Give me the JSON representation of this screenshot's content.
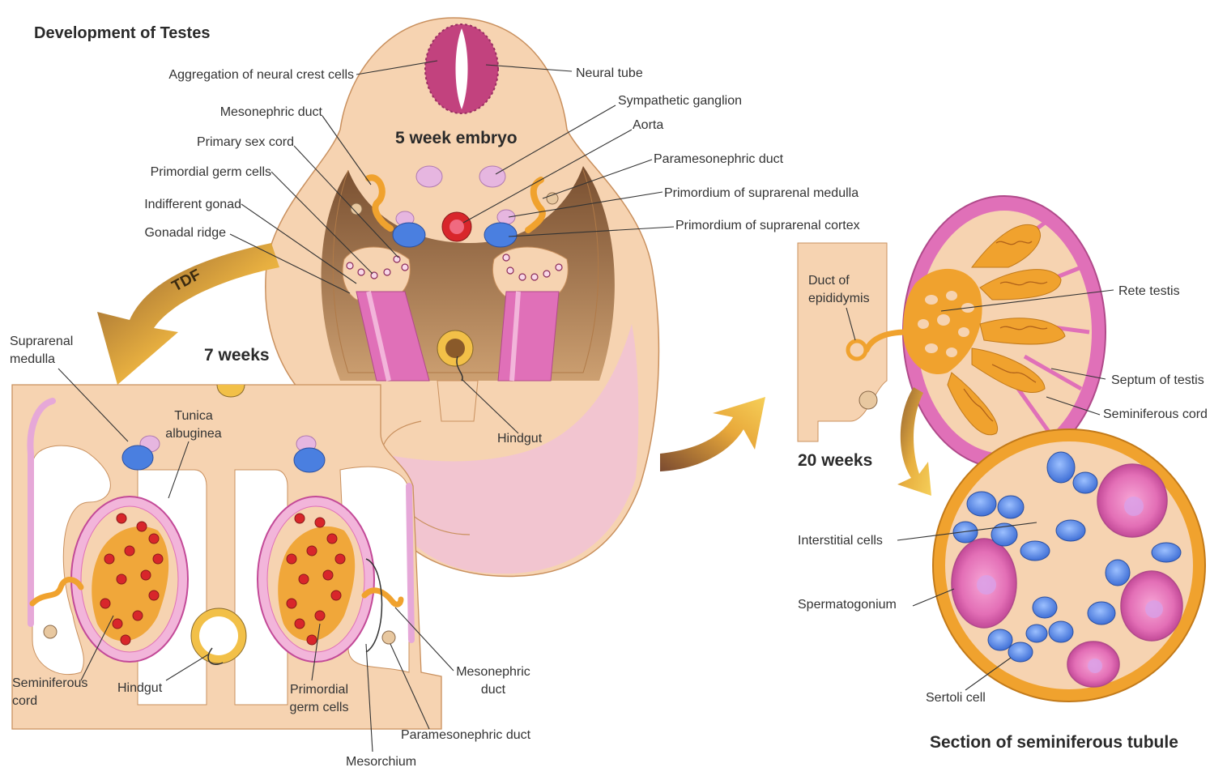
{
  "title": "Development of Testes",
  "stages": {
    "five_weeks": "5 week embryo",
    "seven_weeks": "7 weeks",
    "twenty_weeks": "20 weeks",
    "tubule_section": "Section of seminiferous tubule",
    "tdf": "TDF"
  },
  "labels_5wk_left": {
    "neural_crest": "Aggregation of neural crest cells",
    "mesonephric_duct": "Mesonephric duct",
    "primary_sex_cord": "Primary sex cord",
    "primordial_germ_cells": "Primordial germ cells",
    "indifferent_gonad": "Indifferent gonad",
    "gonadal_ridge": "Gonadal ridge"
  },
  "labels_5wk_right": {
    "neural_tube": "Neural tube",
    "sympathetic_ganglion": "Sympathetic ganglion",
    "aorta": "Aorta",
    "paramesonephric_duct": "Paramesonephric duct",
    "suprarenal_medulla": "Primordium of suprarenal medulla",
    "suprarenal_cortex": "Primordium of suprarenal cortex",
    "hindgut": "Hindgut"
  },
  "labels_7wk": {
    "suprarenal_medulla": "Suprarenal\nmedulla",
    "tunica_albuginea": "Tunica\nalbuginea",
    "seminiferous_cord": "Seminiferous\ncord",
    "hindgut": "Hindgut",
    "primordial_germ_cells": "Primordial\ngerm cells",
    "mesonephric_duct": "Mesonephric\nduct",
    "paramesonephric_duct": "Paramesonephric duct",
    "mesorchium": "Mesorchium"
  },
  "labels_20wk": {
    "duct_of_epididymis": "Duct of\nepididymis",
    "rete_testis": "Rete testis",
    "septum_of_testis": "Septum of testis",
    "seminiferous_cord": "Seminiferous cord"
  },
  "labels_tubule": {
    "interstitial_cells": "Interstitial cells",
    "spermatogonium": "Spermatogonium",
    "sertoli_cell": "Sertoli cell"
  },
  "colors": {
    "skin": "#f6d3b1",
    "skin_edge": "#c9905e",
    "pink": "#e070b8",
    "light_pink": "#f2b5da",
    "orange": "#f0a22e",
    "red": "#d8262b",
    "blue": "#4a7fe0",
    "lavender": "#e9bfe6",
    "brown": "#7a5230",
    "arrow_yellow": "#f2c048"
  }
}
